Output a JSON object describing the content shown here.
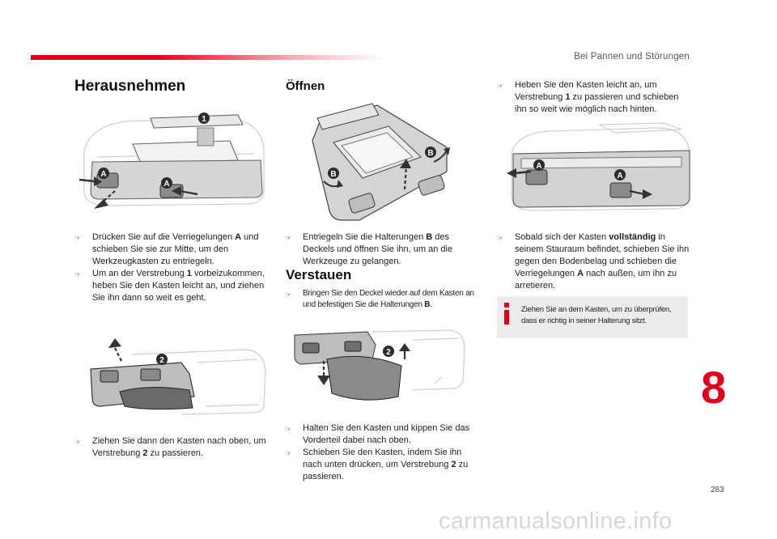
{
  "header": {
    "section_title": "Bei Pannen und Störungen"
  },
  "left": {
    "title": "Herausnehmen",
    "steps1": [
      [
        "Drücken Sie auf die Verriegelungen ",
        "A",
        " und schieben Sie sie zur Mitte, um den Werkzeugkasten zu entriegeln."
      ],
      [
        "Um an der Verstrebung ",
        "1",
        " vorbeizukommen, heben Sie den Kasten leicht an, und ziehen Sie ihn dann so weit es geht."
      ]
    ],
    "steps2": [
      [
        "Ziehen Sie dann den Kasten nach oben, um Verstrebung ",
        "2",
        " zu passieren."
      ]
    ]
  },
  "middle": {
    "title_open": "Öffnen",
    "steps_open": [
      [
        "Entriegeln Sie die Halterungen ",
        "B",
        " des Deckels und öffnen Sie ihn, um an die Werkzeuge zu gelangen."
      ]
    ],
    "title_stow": "Verstauen",
    "steps_stow": [
      [
        "Bringen Sie den Deckel wieder auf dem Kasten an und befestigen Sie die Halterungen ",
        "B",
        "."
      ]
    ],
    "steps_stow2": [
      [
        "Halten Sie den Kasten und kippen Sie das Vorderteil dabei nach oben.",
        "",
        ""
      ],
      [
        "Schieben Sie den Kasten, indem Sie ihn nach unten drücken, um Verstrebung ",
        "2",
        " zu passieren."
      ]
    ]
  },
  "right": {
    "steps1": [
      [
        "Heben Sie den Kasten leicht an, um Verstrebung ",
        "1",
        " zu passieren und schieben ihn so weit wie möglich nach hinten."
      ]
    ],
    "steps2": [
      [
        "Sobald sich der Kasten ",
        "vollständig",
        " in seinem Stauraum befindet, schieben Sie ihn gegen den Bodenbelag und schieben die Verriegelungen ",
        "A",
        " nach außen, um ihn zu arretieren."
      ]
    ],
    "info": "Ziehen Sie an dem Kasten, um zu überprüfen, dass er richtig in seiner Halterung sitzt."
  },
  "figure_labels": {
    "one": "1",
    "two": "2",
    "a": "A",
    "b": "B"
  },
  "chapter_number": "8",
  "page_number": "283",
  "watermark": "carmanualsonline.info",
  "colors": {
    "accent": "#e3001b",
    "label_dark": "#2c2c2c",
    "watermark": "#d7d7d7"
  },
  "bullet_glyph": "☞"
}
